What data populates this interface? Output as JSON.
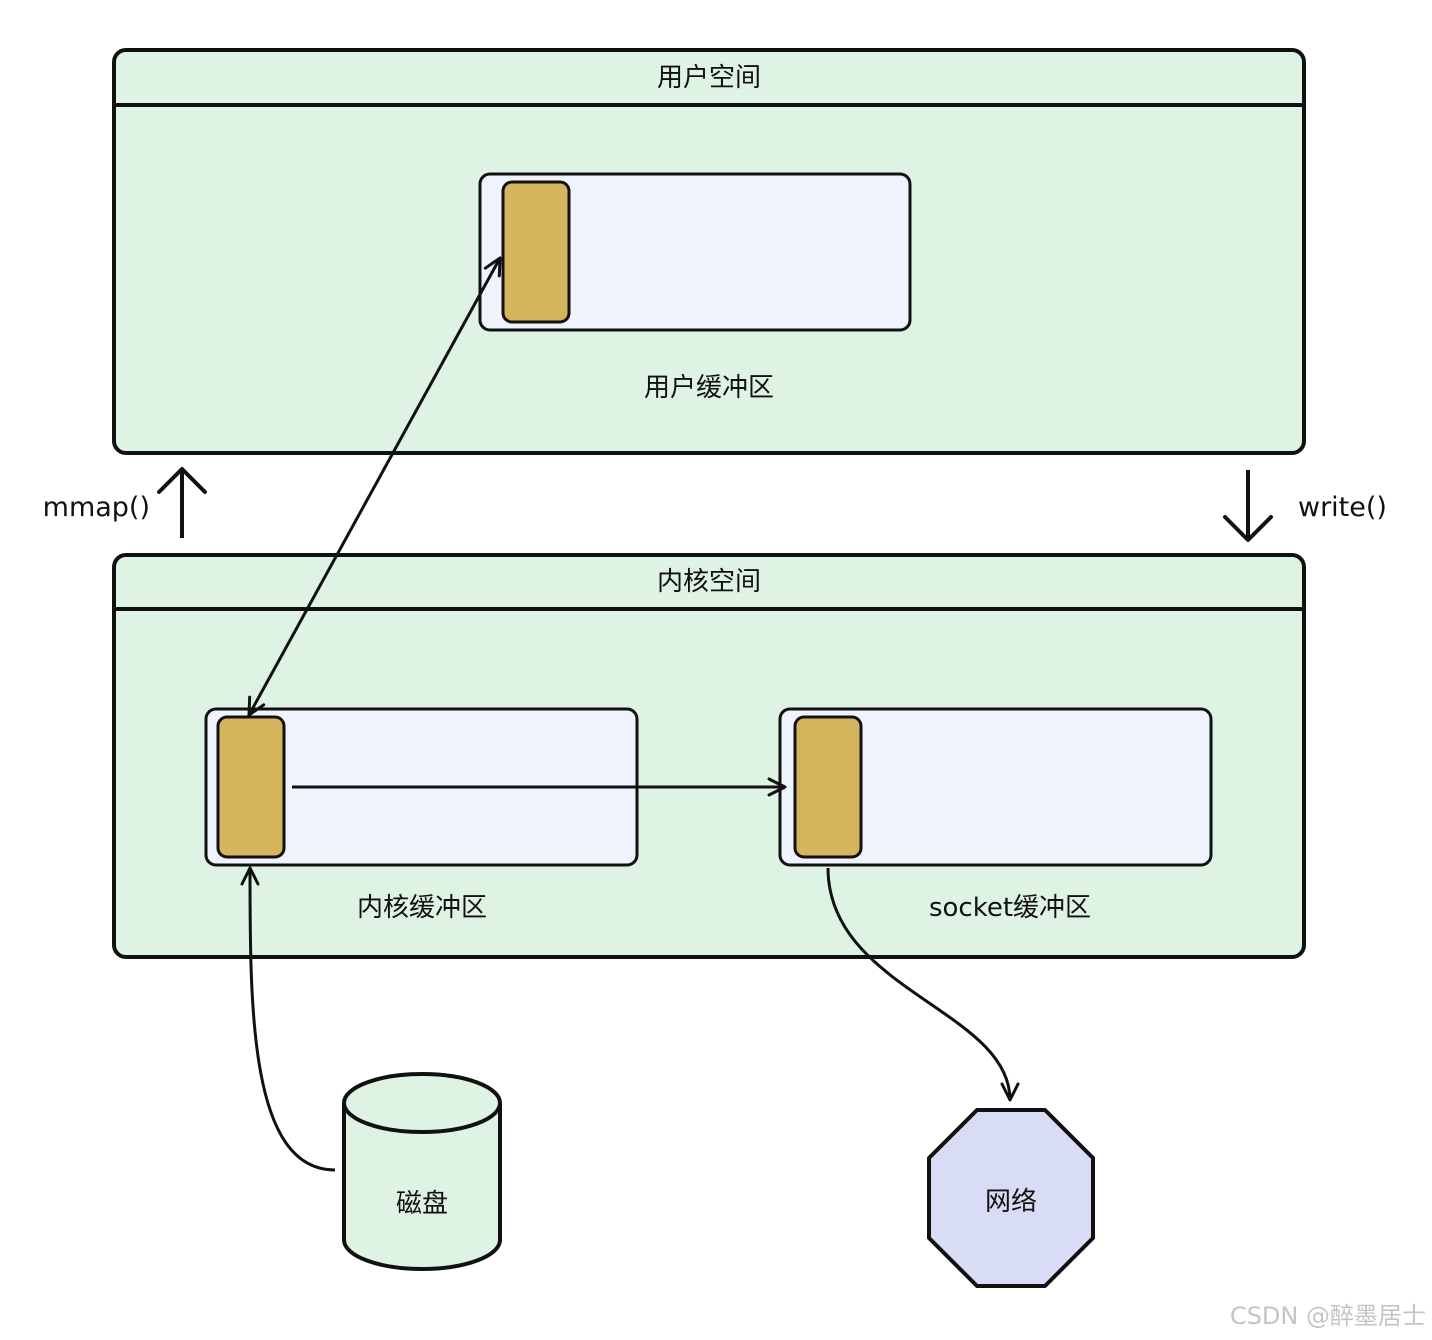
{
  "user_space": {
    "title": "用户空间",
    "buffer_label": "用户缓冲区"
  },
  "kernel_space": {
    "title": "内核空间",
    "kernel_buffer_label": "内核缓冲区",
    "socket_buffer_label": "socket缓冲区"
  },
  "calls": {
    "mmap_label": "mmap()",
    "write_label": "write()"
  },
  "disk": {
    "label": "磁盘"
  },
  "network": {
    "label": "网络"
  },
  "watermark": "CSDN @醉墨居士",
  "colors": {
    "space_fill": "#dff3e4",
    "buffer_fill": "#eff3fd",
    "block_fill": "#d4b55e",
    "network_fill": "#d8dcf4",
    "stroke": "#111111"
  }
}
